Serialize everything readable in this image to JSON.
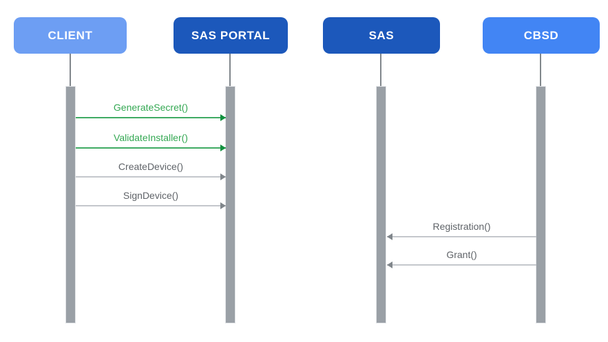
{
  "diagram": {
    "type": "sequence-diagram",
    "actors": [
      {
        "id": "client",
        "label": "CLIENT",
        "color": "#6d9ef3",
        "text_color": "#ffffff"
      },
      {
        "id": "sas-portal",
        "label": "SAS PORTAL",
        "color": "#1c58bb",
        "text_color": "#ffffff"
      },
      {
        "id": "sas",
        "label": "SAS",
        "color": "#1c58bb",
        "text_color": "#ffffff"
      },
      {
        "id": "cbsd",
        "label": "CBSD",
        "color": "#4285f4",
        "text_color": "#ffffff"
      }
    ],
    "messages": [
      {
        "label": "GenerateSecret()",
        "from": "CLIENT",
        "to": "SAS PORTAL",
        "direction": "right",
        "text_color": "#34a853",
        "line_color": "#3fab63",
        "head_color": "#12913f"
      },
      {
        "label": "ValidateInstaller()",
        "from": "CLIENT",
        "to": "SAS PORTAL",
        "direction": "right",
        "text_color": "#34a853",
        "line_color": "#3fab63",
        "head_color": "#12913f"
      },
      {
        "label": "CreateDevice()",
        "from": "CLIENT",
        "to": "SAS PORTAL",
        "direction": "right",
        "text_color": "#5f6368",
        "line_color": "#c4c7cc",
        "head_color": "#80868b"
      },
      {
        "label": "SignDevice()",
        "from": "CLIENT",
        "to": "SAS PORTAL",
        "direction": "right",
        "text_color": "#5f6368",
        "line_color": "#c4c7cc",
        "head_color": "#80868b"
      },
      {
        "label": "Registration()",
        "from": "CBSD",
        "to": "SAS",
        "direction": "left",
        "text_color": "#5f6368",
        "line_color": "#c4c7cc",
        "head_color": "#80868b"
      },
      {
        "label": "Grant()",
        "from": "CBSD",
        "to": "SAS",
        "direction": "left",
        "text_color": "#5f6368",
        "line_color": "#c4c7cc",
        "head_color": "#80868b"
      }
    ],
    "colors": {
      "background": "#ffffff",
      "lifeline": "#80868b",
      "activation_bar": "#9aa0a6",
      "green_accent": "#34a853",
      "gray_text": "#5f6368"
    }
  }
}
